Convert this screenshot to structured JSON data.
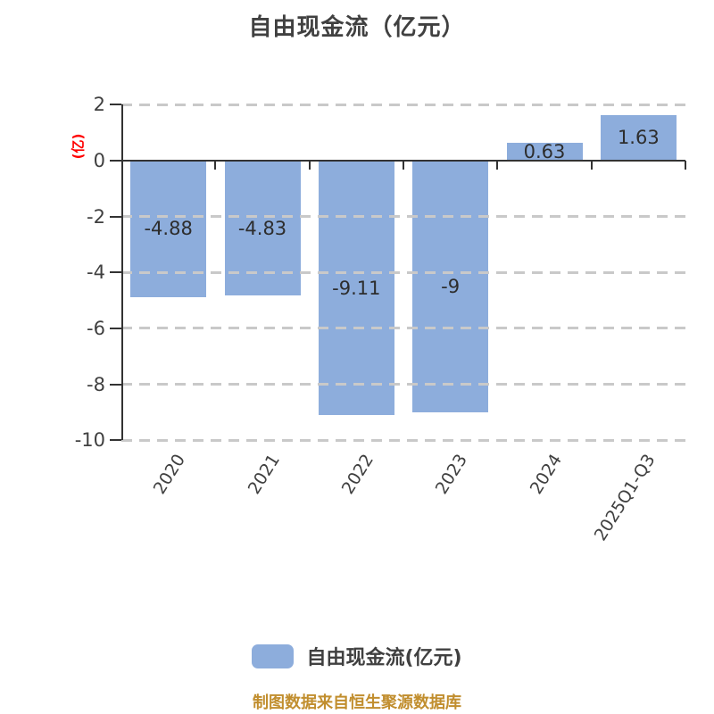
{
  "title": "自由现金流（亿元）",
  "y_axis_label": "(亿)",
  "chart_data": {
    "type": "bar",
    "categories": [
      "2020",
      "2021",
      "2022",
      "2023",
      "2024",
      "2025Q1-Q3"
    ],
    "values": [
      -4.88,
      -4.83,
      -9.11,
      -9,
      0.63,
      1.63
    ],
    "value_labels": [
      "-4.88",
      "-4.83",
      "-9.11",
      "-9",
      "0.63",
      "1.63"
    ],
    "title": "自由现金流（亿元）",
    "xlabel": "",
    "ylabel": "(亿)",
    "ylim": [
      -10,
      2
    ],
    "yticks": [
      2,
      0,
      -2,
      -4,
      -6,
      -8,
      -10
    ],
    "grid": "horizontal-dashed",
    "legend_position": "bottom",
    "series_name": "自由现金流(亿元)"
  },
  "legend": {
    "label": "自由现金流(亿元)"
  },
  "footer": {
    "source_note": "制图数据来自恒生聚源数据库"
  },
  "colors": {
    "bar": "#8DADDC",
    "axis": "#333333",
    "grid": "#C9C9C9",
    "text": "#404040",
    "value_label": "#2D2D2D",
    "y_unit_label": "#FF0000",
    "source_note": "#C18E2E",
    "title": "#404040"
  }
}
